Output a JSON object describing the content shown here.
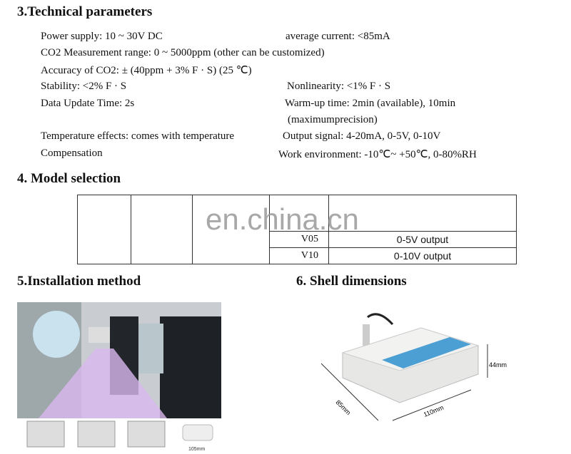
{
  "sec3": {
    "title": "3.Technical parameters",
    "left": [
      "Power supply: 10 ~ 30V DC",
      "CO2 Measurement range: 0 ~ 5000ppm (other can be customized)",
      "Accuracy of CO2: ± (40ppm + 3% F · S) (25 ℃)",
      "Stability: <2% F · S",
      "Data Update Time: 2s",
      "Temperature effects: comes with temperature",
      "Compensation"
    ],
    "right": [
      "average current: <85mA",
      "Nonlinearity: <1% F · S",
      "Warm-up time: 2min (available), 10min",
      "(maximumprecision)",
      "Output signal: 4-20mA, 0-5V, 0-10V",
      "Work environment: -10℃~ +50℃, 0-80%RH"
    ]
  },
  "sec4": {
    "title": "4. Model selection",
    "rows": [
      {
        "code": "V05",
        "desc": "0-5V output"
      },
      {
        "code": "V10",
        "desc": "0-10V output"
      }
    ],
    "watermark": "en.china.cn"
  },
  "sec5": {
    "title": "5.Installation method",
    "dim": "105mm"
  },
  "sec6": {
    "title": "6. Shell dimensions",
    "height": "44mm",
    "depth": "85mm",
    "width": "110mm"
  }
}
